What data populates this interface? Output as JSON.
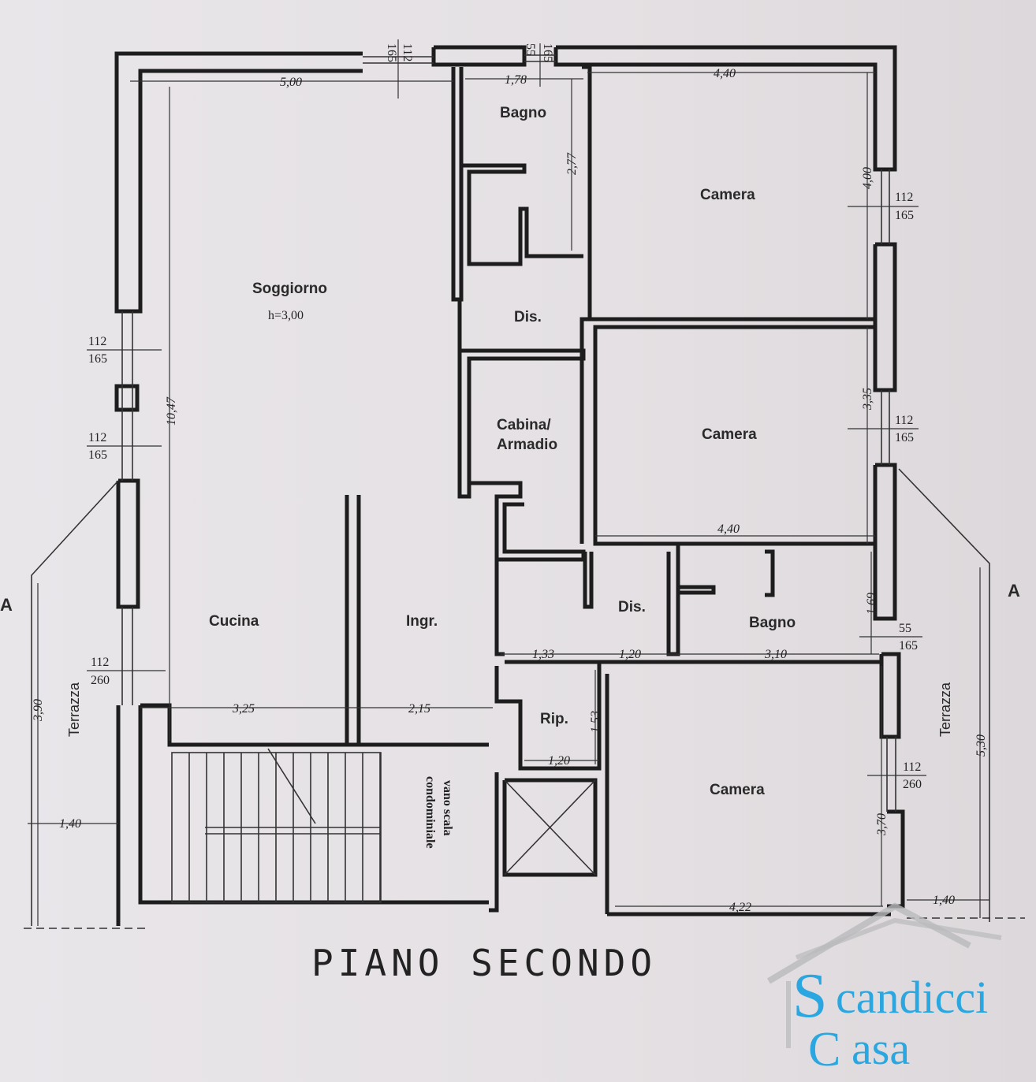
{
  "title": "PIANO SECONDO",
  "rooms": [
    {
      "name": "Soggiorno",
      "sub": "h=3,00"
    },
    {
      "name": "Bagno"
    },
    {
      "name": "Camera"
    },
    {
      "name": "Dis."
    },
    {
      "name": "Cabina/"
    },
    {
      "name": "Armadio"
    },
    {
      "name": "Camera"
    },
    {
      "name": "Cucina"
    },
    {
      "name": "Ingr."
    },
    {
      "name": "Dis."
    },
    {
      "name": "Bagno"
    },
    {
      "name": "Rip."
    },
    {
      "name": "Camera"
    },
    {
      "name": "Terrazza"
    },
    {
      "name": "Terrazza"
    },
    {
      "name": "vano scala"
    },
    {
      "name": "condominiale"
    }
  ],
  "dimensions": [
    "5,00",
    "1,78",
    "4,40",
    "2,77",
    "4,00",
    "10,47",
    "3,35",
    "4,40",
    "1,69",
    "1,33",
    "1,20",
    "3,10",
    "3,25",
    "2,15",
    "1,53",
    "1,20",
    "3,70",
    "4,22",
    "1,40",
    "1,40",
    "3,90",
    "5,30"
  ],
  "windows": [
    {
      "w": "112",
      "h": "165"
    },
    {
      "w": "55",
      "h": "165"
    },
    {
      "w": "112",
      "h": "165"
    },
    {
      "w": "112",
      "h": "165"
    },
    {
      "w": "112",
      "h": "165"
    },
    {
      "w": "112",
      "h": "165"
    },
    {
      "w": "112",
      "h": "260"
    },
    {
      "w": "55",
      "h": "165"
    },
    {
      "w": "112",
      "h": "260"
    }
  ],
  "section_marker": "A",
  "logo": {
    "line1": "candicci",
    "line2": "asa",
    "initial": "S",
    "initial2": "C",
    "color": "#2aa7e0"
  }
}
